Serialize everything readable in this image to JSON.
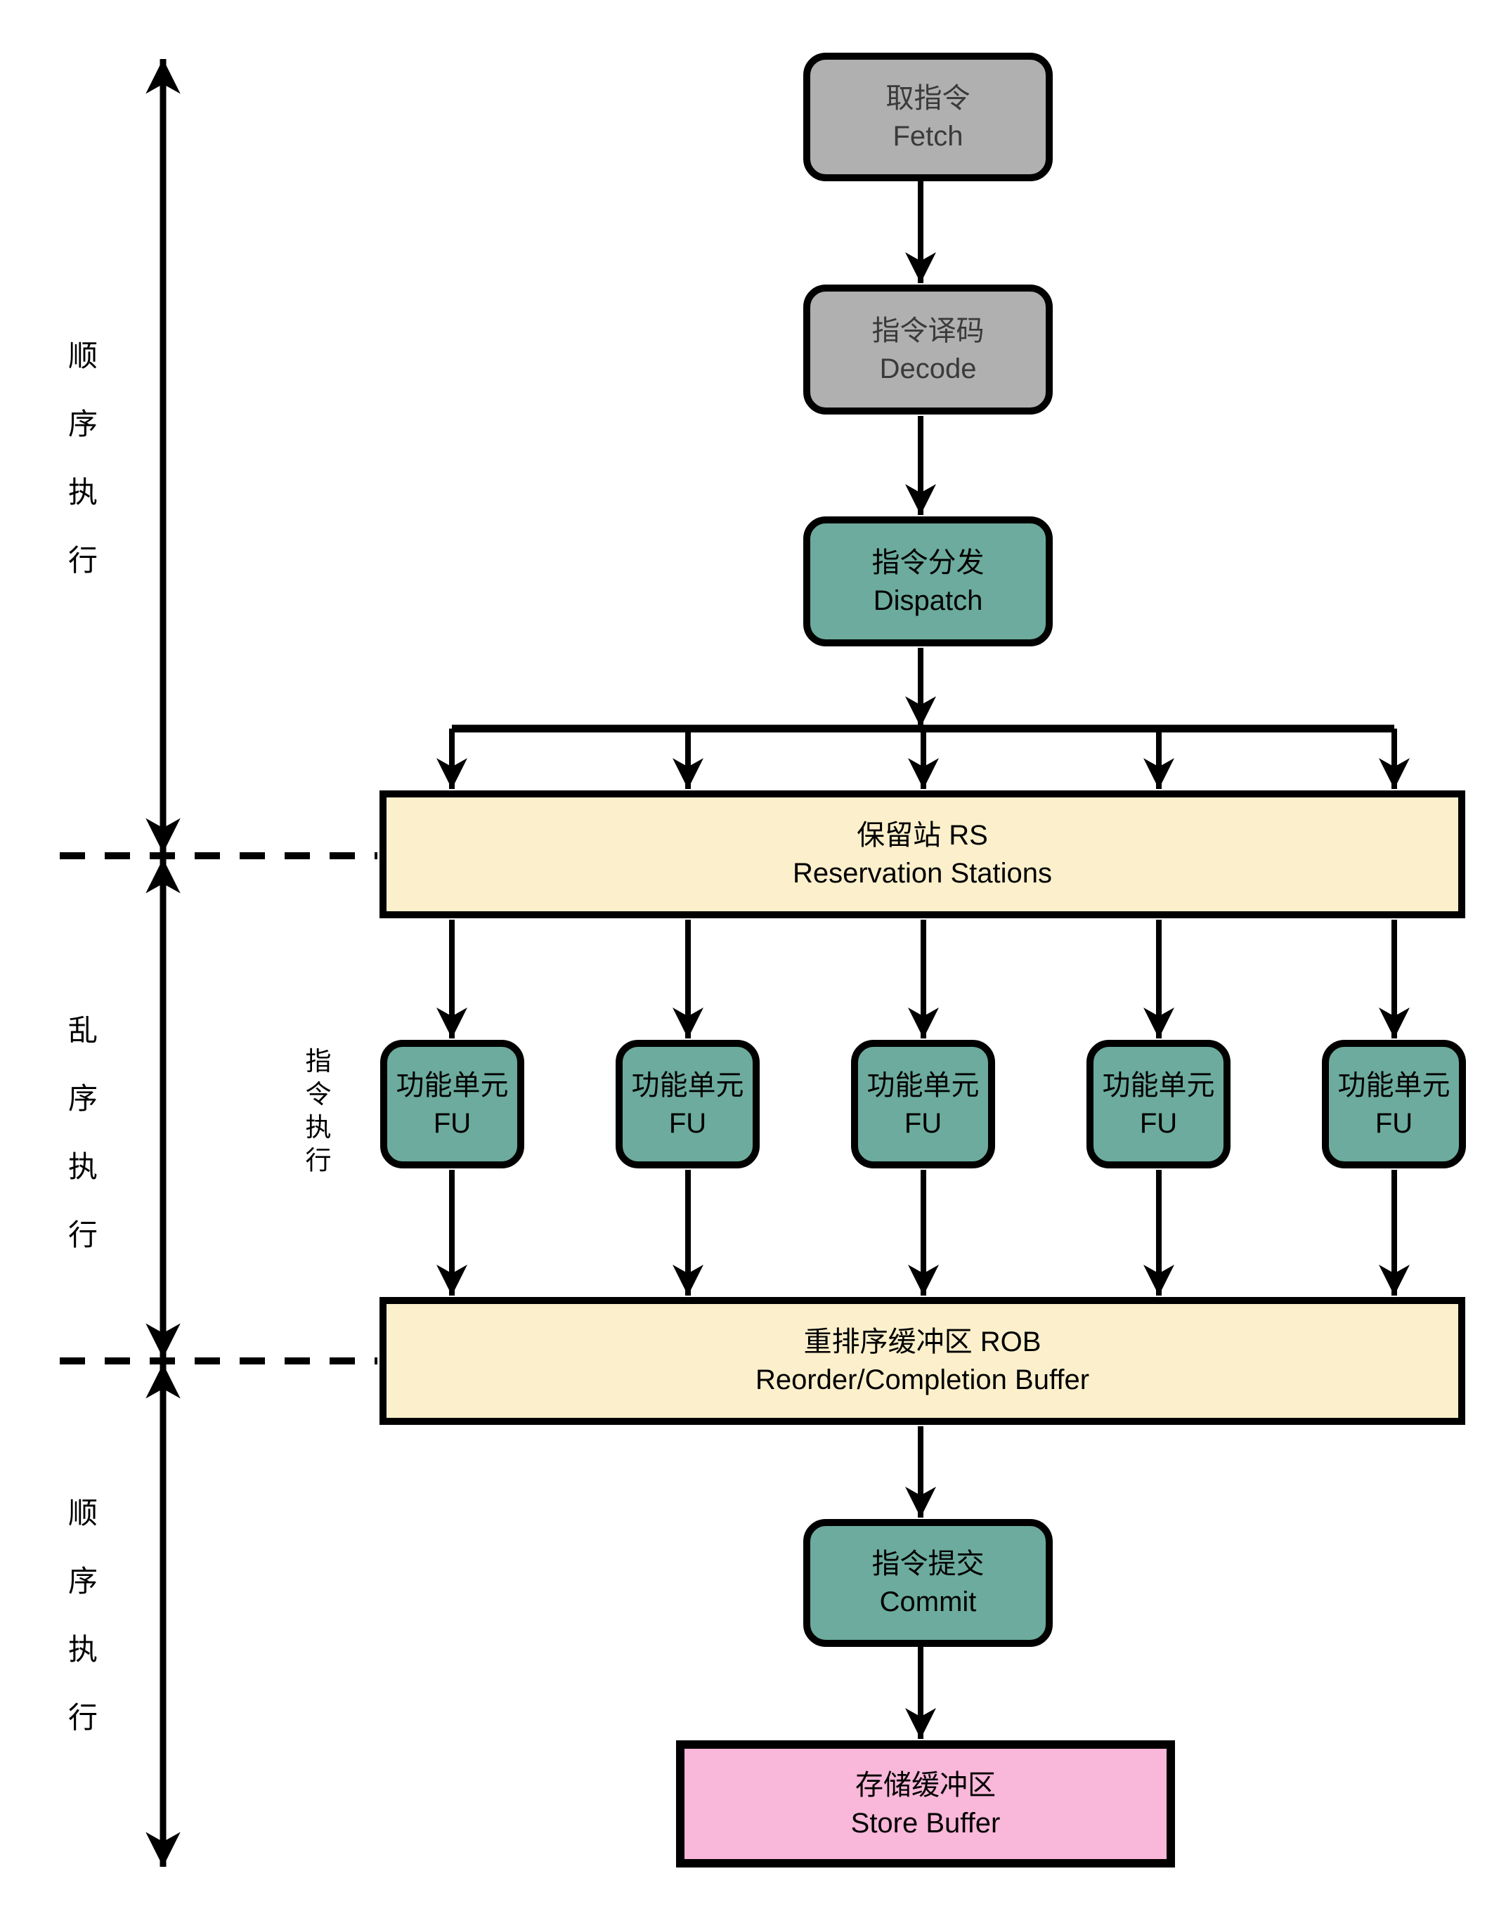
{
  "diagram": {
    "title_implied": "out-of-order-pipeline",
    "stages": {
      "fetch": {
        "zh": "取指令",
        "en": "Fetch"
      },
      "decode": {
        "zh": "指令译码",
        "en": "Decode"
      },
      "dispatch": {
        "zh": "指令分发",
        "en": "Dispatch"
      },
      "rs": {
        "zh": "保留站 RS",
        "en": "Reservation Stations"
      },
      "fu": {
        "zh": "功能单元",
        "en": "FU"
      },
      "rob": {
        "zh": "重排序缓冲区 ROB",
        "en": "Reorder/Completion Buffer"
      },
      "commit": {
        "zh": "指令提交",
        "en": "Commit"
      },
      "store": {
        "zh": "存储缓冲区",
        "en": "Store Buffer"
      }
    },
    "fu_count": 5,
    "side_labels": {
      "top_phase": "顺序执行",
      "middle_phase": "乱序执行",
      "bottom_phase": "顺序执行",
      "execution_note": "指令执行"
    },
    "colors": {
      "stage_gray": "#B0B0B0",
      "stage_teal": "#6CAB9D",
      "buffer_cream": "#FBF0CB",
      "store_pink": "#F9B7D9",
      "line_black": "#000000",
      "background": "#FFFFFF"
    }
  }
}
